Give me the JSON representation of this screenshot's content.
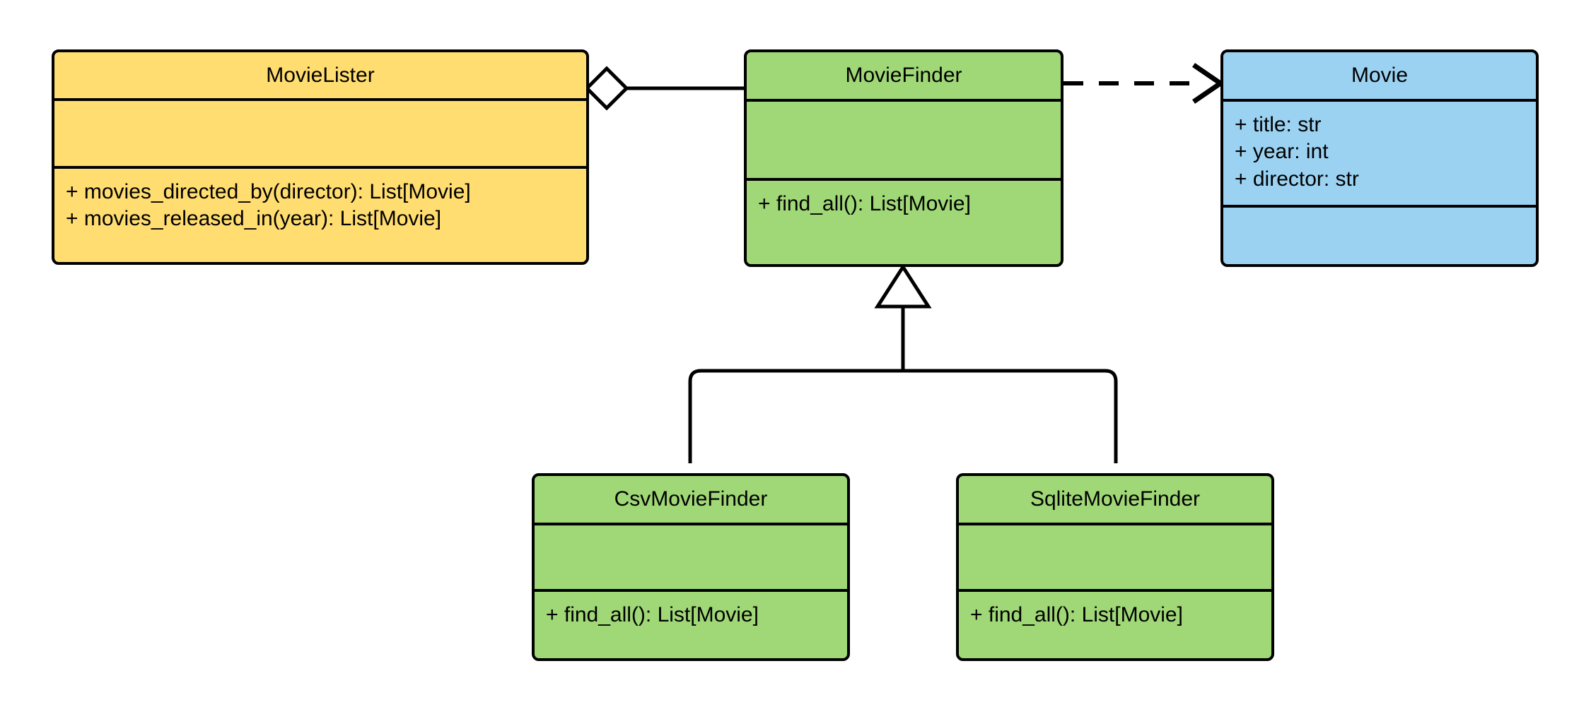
{
  "diagram": {
    "type": "uml-class-diagram",
    "background": "#ffffff",
    "line_color": "#000000",
    "colors": {
      "client_yellow": "#ffdd70",
      "interface_green": "#a0d777",
      "entity_blue": "#9bd2f2",
      "stroke": "#000000"
    },
    "classes": [
      {
        "id": "movie-lister",
        "name": "MovieLister",
        "fill": "#ffdd70",
        "attributes": [],
        "methods": [
          "+ movies_directed_by(director): List[Movie]",
          "+ movies_released_in(year): List[Movie]"
        ]
      },
      {
        "id": "movie-finder",
        "name": "MovieFinder",
        "fill": "#a0d777",
        "attributes": [],
        "methods": [
          "+ find_all(): List[Movie]"
        ]
      },
      {
        "id": "movie",
        "name": "Movie",
        "fill": "#9bd2f2",
        "attributes": [
          "+ title: str",
          "+ year: int",
          "+ director: str"
        ],
        "methods": []
      },
      {
        "id": "csv-movie-finder",
        "name": "CsvMovieFinder",
        "fill": "#a0d777",
        "attributes": [],
        "methods": [
          "+ find_all(): List[Movie]"
        ]
      },
      {
        "id": "sqlite-movie-finder",
        "name": "SqliteMovieFinder",
        "fill": "#a0d777",
        "attributes": [],
        "methods": [
          "+ find_all(): List[Movie]"
        ]
      }
    ],
    "relationships": [
      {
        "id": "lister-aggregates-finder",
        "kind": "aggregation",
        "marker": "hollow-diamond",
        "line_style": "solid",
        "source": "MovieLister",
        "target": "MovieFinder"
      },
      {
        "id": "finder-depends-movie",
        "kind": "dependency",
        "marker": "open-arrow",
        "line_style": "dashed",
        "source": "MovieFinder",
        "target": "Movie"
      },
      {
        "id": "csv-inherits-finder",
        "kind": "generalization",
        "marker": "hollow-triangle",
        "line_style": "solid",
        "source": "CsvMovieFinder",
        "target": "MovieFinder"
      },
      {
        "id": "sqlite-inherits-finder",
        "kind": "generalization",
        "marker": "hollow-triangle",
        "line_style": "solid",
        "source": "SqliteMovieFinder",
        "target": "MovieFinder"
      }
    ]
  }
}
